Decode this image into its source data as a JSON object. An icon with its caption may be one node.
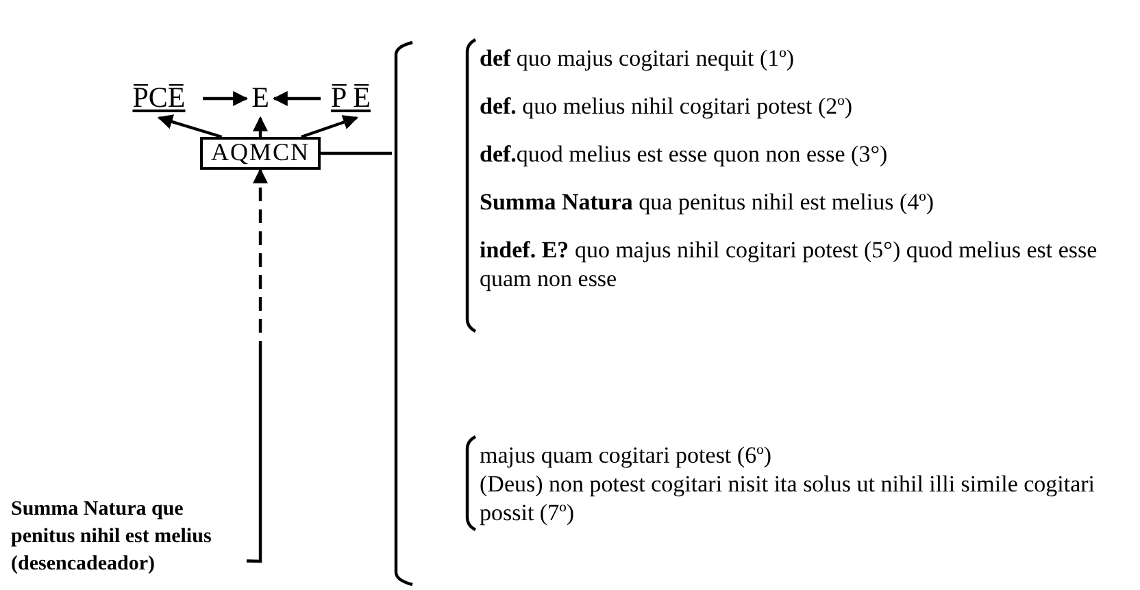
{
  "diagram": {
    "nodes": [
      {
        "text": [
          "P̅CE̅"
        ]
      },
      {
        "text": [
          "E"
        ]
      },
      {
        "text": [
          "P̅ E̅"
        ]
      },
      {
        "text": [
          "AQMCN"
        ]
      },
      {
        "text": [],
        "shape": "bracket"
      },
      {
        "text": [
          "**def** quo majus cogitari nequit (1º)",
          "**def.** quo melius nihil cogitari potest (2º)",
          "**def.**quod melius est esse quon non esse (3°)",
          "**Summa Natura** qua penitus nihil est melius (4º)",
          "**indef. E?** quo majus nihil cogitari potest (5°) quod melius est esse quam non esse"
        ]
      },
      {
        "text": [
          "majus quam cogitari potest (6º)",
          "(Deus) non potest cogitari nisit ita solus ut nihil illi simile cogitari possit (7º)"
        ]
      },
      {
        "text": [
          "Summa Natura que penitus nihil est melius (desencadeador)"
        ]
      }
    ],
    "edges": [
      {
        "from": 3,
        "to": 0,
        "arrow": "to"
      },
      {
        "from": 3,
        "to": 1,
        "arrow": "to"
      },
      {
        "from": 3,
        "to": 2,
        "arrow": "to"
      },
      {
        "from": 0,
        "to": 1,
        "arrow": "to"
      },
      {
        "from": 2,
        "to": 1,
        "arrow": "to"
      },
      {
        "from": 7,
        "to": 3,
        "arrow": "to",
        "style": "dashed"
      },
      {
        "from": 3,
        "to": 4,
        "arrow": "none"
      }
    ]
  }
}
